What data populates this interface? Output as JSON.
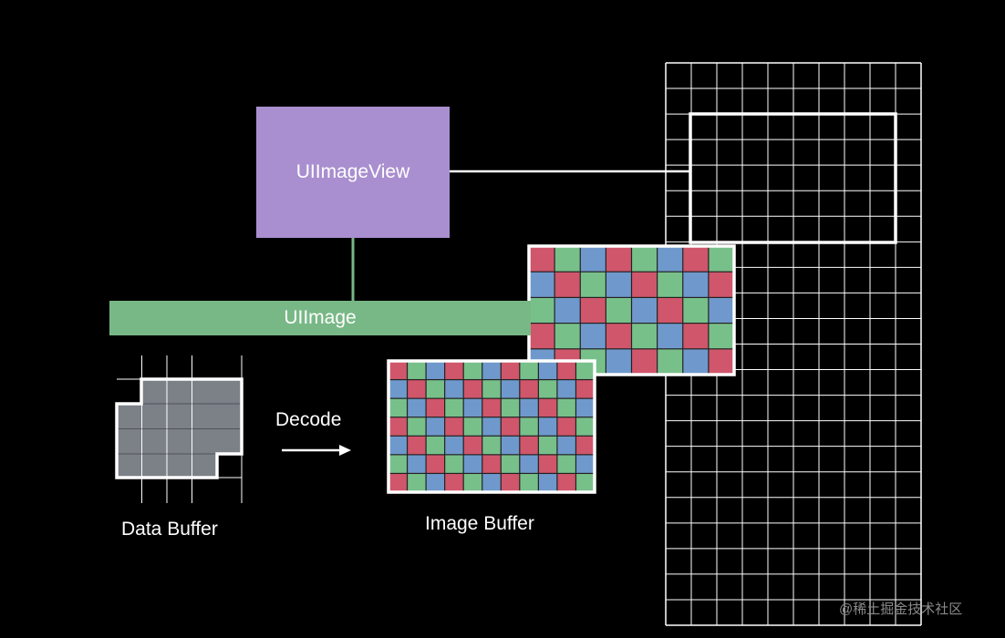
{
  "diagram": {
    "uiimageview_label": "UIImageView",
    "uiimage_label": "UIImage",
    "decode_label": "Decode",
    "data_buffer_label": "Data Buffer",
    "image_buffer_label": "Image Buffer"
  },
  "watermark": "@稀土掘金技术社区",
  "colors": {
    "background": "#000000",
    "uiimageview": "#a98fcf",
    "uiimage": "#78b886",
    "data_buffer": "#7c8087",
    "pixel_red": "#d0566b",
    "pixel_green": "#78c08a",
    "pixel_blue": "#6f99cc"
  }
}
